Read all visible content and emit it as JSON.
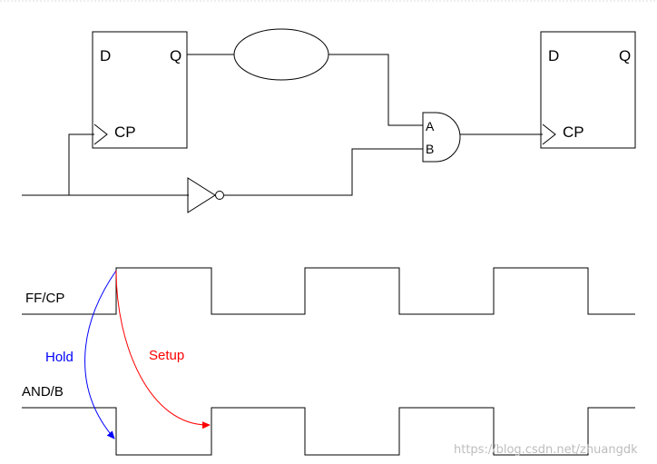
{
  "flipflop_left": {
    "d_label": "D",
    "q_label": "Q",
    "cp_label": "CP"
  },
  "flipflop_right": {
    "d_label": "D",
    "q_label": "Q",
    "cp_label": "CP"
  },
  "and_gate": {
    "input_a_label": "A",
    "input_b_label": "B"
  },
  "waveforms": {
    "ff_cp_label": "FF/CP",
    "and_b_label": "AND/B"
  },
  "annotations": {
    "hold_label": "Hold",
    "setup_label": "Setup",
    "hold_color": "#0000ff",
    "setup_color": "#ff0000"
  },
  "watermark": {
    "text": "https://blog.csdn.net/zhuangdk"
  }
}
